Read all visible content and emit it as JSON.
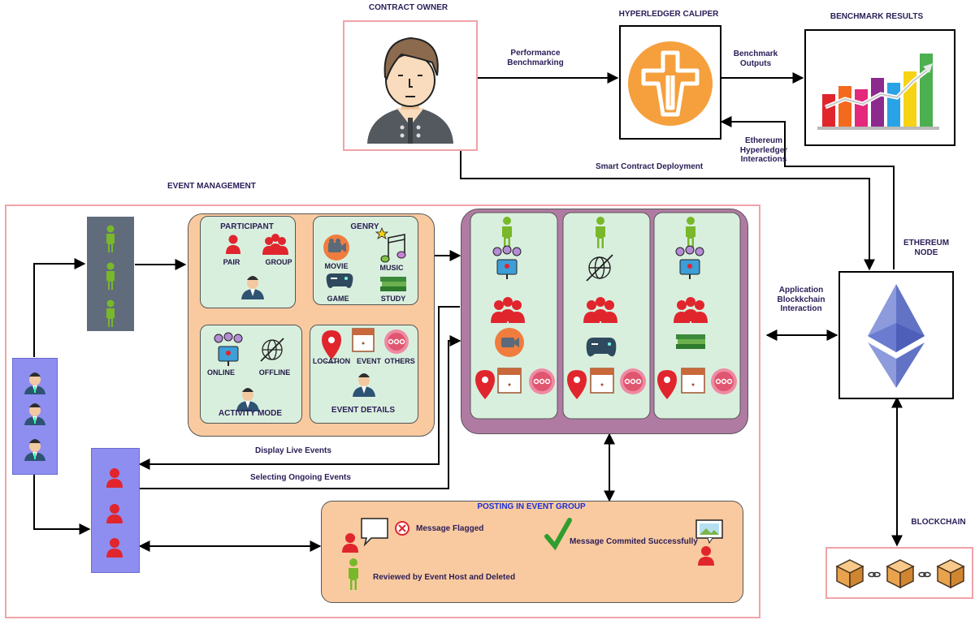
{
  "header": {
    "contract_owner": "CONTRACT OWNER",
    "caliper": "HYPERLEDGER CALIPER",
    "benchmark_results": "BENCHMARK RESULTS",
    "ethereum_node_line1": "ETHEREUM",
    "ethereum_node_line2": "NODE",
    "blockchain": "BLOCKCHAIN",
    "event_management": "EVENT MANAGEMENT"
  },
  "edges": {
    "performance_line1": "Performance",
    "performance_line2": "Benchmarking",
    "benchmark_outputs_line1": "Benchmark",
    "benchmark_outputs_line2": "Outputs",
    "interactions_line1": "Ethereum",
    "interactions_line2": "Hyperledger",
    "interactions_line3": "Interactions",
    "deployment": "Smart Contract Deployment",
    "app_line1": "Application",
    "app_line2": "Blockkchain",
    "app_line3": "Interaction",
    "display_live": "Display Live Events",
    "selecting_ongoing": "Selecting Ongoing Events"
  },
  "panels": {
    "participant": {
      "title": "PARTICIPANT",
      "pair": "PAIR",
      "group": "GROUP"
    },
    "genry": {
      "title": "GENRY",
      "movie": "MOVIE",
      "music": "MUSIC",
      "game": "GAME",
      "study": "STUDY"
    },
    "activity_mode": {
      "title": "ACTIVITY MODE",
      "online": "ONLINE",
      "offline": "OFFLINE"
    },
    "event_details": {
      "title": "EVENT DETAILS",
      "location": "LOCATION",
      "event": "EVENT",
      "others": "OTHERS"
    }
  },
  "posting": {
    "title": "POSTING IN EVENT GROUP",
    "flagged": "Message Flagged",
    "committed": "Message Commited Successfully",
    "reviewed": "Reviewed by Event Host and Deleted"
  },
  "colors": {
    "pink_border": "#f0a3a8",
    "peach": "#f9caa0",
    "mint": "#d9efde",
    "purple_panel": "#b07ba3",
    "violet_column": "#8e8ef0",
    "slate_column": "#606c7c",
    "red": "#e0252d",
    "green": "#78b82a",
    "navy": "#2b1d57"
  }
}
